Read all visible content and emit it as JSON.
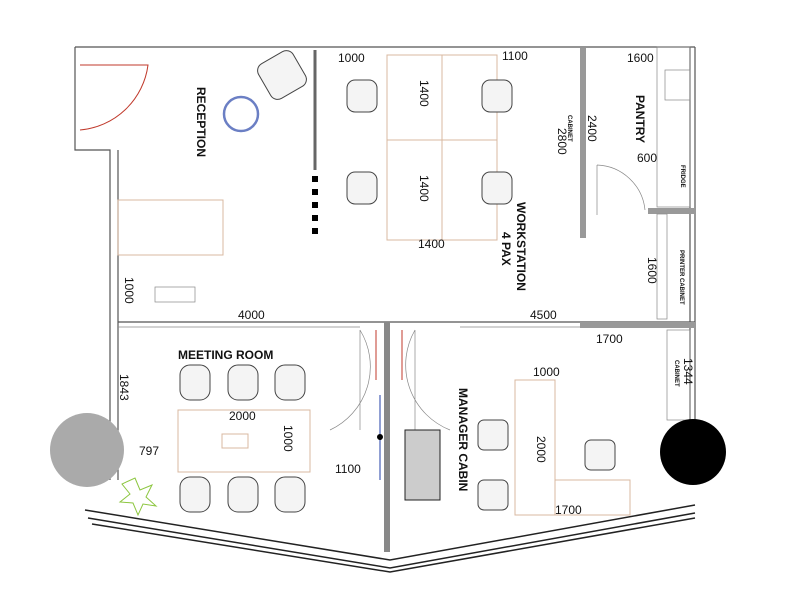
{
  "rooms": {
    "reception": "RECEPTION",
    "pantry": "PANTRY",
    "workstation_line1": "WORKSTATION",
    "workstation_line2": "4 PAX",
    "meeting_room": "MEETING ROOM",
    "manager_cabin": "MANAGER CABIN"
  },
  "fixtures": {
    "cabinet": "CABINET",
    "fridge": "FRIDGE",
    "printer_cabinet": "PRINTER CABINET",
    "manager_cabinet": "CABINET"
  },
  "dimensions": {
    "ws_left_gap": "1000",
    "ws_right_gap": "1100",
    "pantry_width": "1600",
    "ws_desk_upper": "1400",
    "ws_desk_lower": "1400",
    "ws_desk_width": "1400",
    "cabinet_len": "2800",
    "pantry_wall": "2400",
    "fridge": "600",
    "printer_cabinet": "1600",
    "reception_gap": "1000",
    "reception_width": "4000",
    "ws_width": "4500",
    "cabin_cabinet_gap": "1700",
    "cabin_cabinet_len": "1344",
    "meeting_wall": "1843",
    "meeting_table_len": "2000",
    "meeting_table_width": "1000",
    "meeting_side": "797",
    "meeting_door_gap": "1100",
    "manager_desk_width": "1000",
    "manager_desk_len": "2000",
    "manager_bottom": "1700"
  },
  "colors": {
    "wall": "#555555",
    "door": "#c0392b",
    "glass": "#6b7fc4",
    "plant": "#8cc63f",
    "furniture": "#d9b8a0"
  }
}
